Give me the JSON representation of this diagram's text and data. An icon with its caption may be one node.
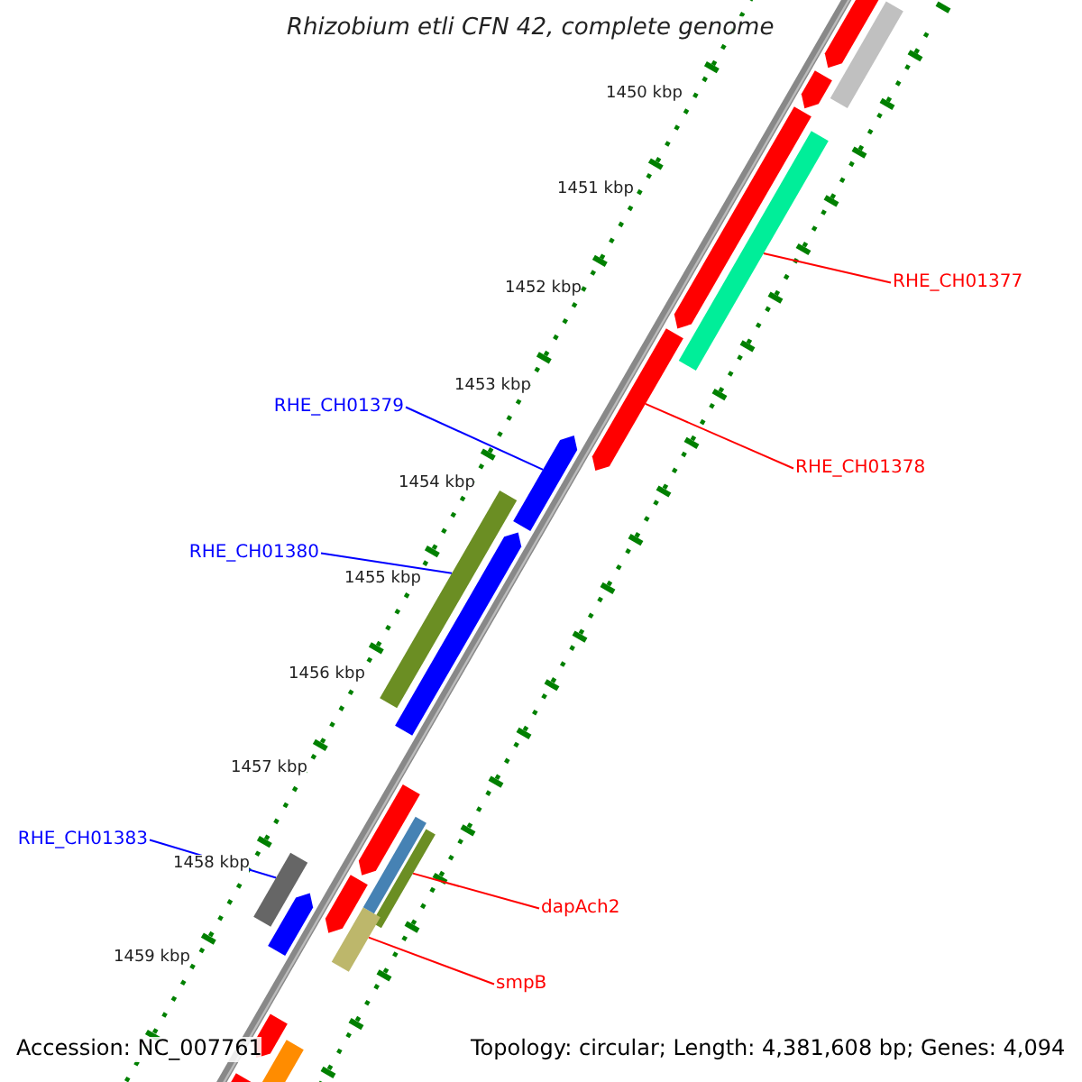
{
  "diagram": {
    "title": "Rhizobium etli CFN 42, complete genome",
    "nodes": [
      {
        "text": [
          "RHE_CH01377"
        ]
      },
      {
        "text": [],
        "shape": "bar"
      },
      {
        "text": [
          "RHE_CH01378"
        ]
      },
      {
        "text": [],
        "shape": "bar"
      },
      {
        "text": [
          "RHE_CH01379"
        ]
      },
      {
        "text": [],
        "shape": "bar"
      },
      {
        "text": [
          "RHE_CH01380"
        ]
      },
      {
        "text": [],
        "shape": "bar"
      },
      {
        "text": [
          "RHE_CH01383"
        ]
      },
      {
        "text": [],
        "shape": "bar"
      },
      {
        "text": [
          "dapAch2"
        ]
      },
      {
        "text": [],
        "shape": "bar"
      },
      {
        "text": [
          "smpB"
        ]
      },
      {
        "text": [],
        "shape": "bar"
      },
      {
        "text": [],
        "shape": "bar"
      },
      {
        "text": [],
        "shape": "bar"
      },
      {
        "text": [],
        "shape": "bar"
      },
      {
        "text": [],
        "shape": "bar"
      },
      {
        "text": [],
        "shape": "bar"
      },
      {
        "text": [],
        "shape": "bar"
      },
      {
        "text": [],
        "shape": "bar"
      },
      {
        "text": [],
        "shape": "bar"
      },
      {
        "text": [],
        "shape": "bar"
      },
      {
        "text": [],
        "shape": "bar"
      },
      {
        "text": [],
        "shape": "bar"
      },
      {
        "text": [],
        "shape": "bar"
      }
    ],
    "edges": [
      {
        "from": 0,
        "to": 1,
        "arrow": "none"
      },
      {
        "from": 2,
        "to": 3,
        "arrow": "none"
      },
      {
        "from": 4,
        "to": 5,
        "arrow": "none",
        "color": "#0000ff"
      },
      {
        "from": 6,
        "to": 7,
        "arrow": "none",
        "color": "#0000ff"
      },
      {
        "from": 8,
        "to": 9,
        "arrow": "none",
        "color": "#0000ff"
      },
      {
        "from": 10,
        "to": 11,
        "arrow": "none"
      },
      {
        "from": 12,
        "to": 13,
        "arrow": "none"
      }
    ],
    "labels": [
      "1450 kbp",
      "1451 kbp",
      "1452 kbp",
      "1453 kbp",
      "1454 kbp",
      "1455 kbp",
      "1456 kbp",
      "1457 kbp",
      "1458 kbp",
      "1459 kbp",
      "Accession: NC_007761",
      "Topology: circular; Length: 4,381,608 bp; Genes: 4,094"
    ]
  }
}
